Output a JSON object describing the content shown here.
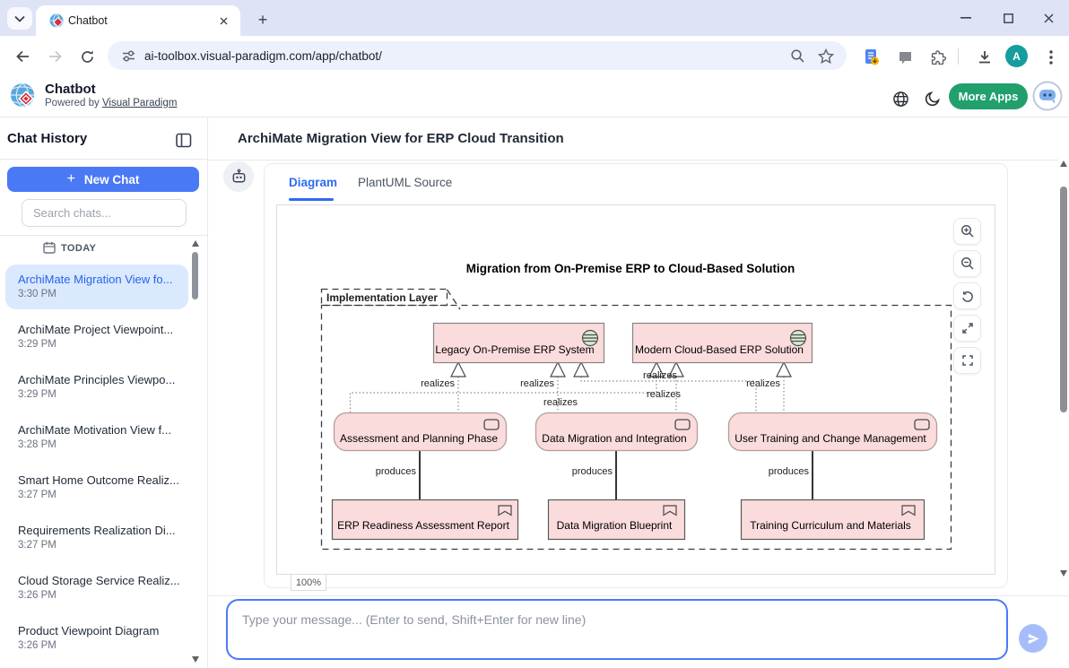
{
  "browser": {
    "tab_title": "Chatbot",
    "url": "ai-toolbox.visual-paradigm.com/app/chatbot/",
    "profile_initial": "A"
  },
  "header": {
    "app_title": "Chatbot",
    "powered_prefix": "Powered by ",
    "powered_link": "Visual Paradigm",
    "more_apps": "More Apps"
  },
  "sidebar": {
    "title": "Chat History",
    "new_chat_plus": "+",
    "new_chat": "New Chat",
    "search_placeholder": "Search chats...",
    "section": "TODAY",
    "items": [
      {
        "title": "ArchiMate Migration View fo...",
        "time": "3:30 PM",
        "selected": true
      },
      {
        "title": "ArchiMate Project Viewpoint...",
        "time": "3:29 PM",
        "selected": false
      },
      {
        "title": "ArchiMate Principles Viewpo...",
        "time": "3:29 PM",
        "selected": false
      },
      {
        "title": "ArchiMate Motivation View f...",
        "time": "3:28 PM",
        "selected": false
      },
      {
        "title": "Smart Home Outcome Realiz...",
        "time": "3:27 PM",
        "selected": false
      },
      {
        "title": "Requirements Realization Di...",
        "time": "3:27 PM",
        "selected": false
      },
      {
        "title": "Cloud Storage Service Realiz...",
        "time": "3:26 PM",
        "selected": false
      },
      {
        "title": "Product Viewpoint Diagram",
        "time": "3:26 PM",
        "selected": false
      }
    ]
  },
  "main": {
    "page_title": "ArchiMate Migration View for ERP Cloud Transition",
    "tab_diagram": "Diagram",
    "tab_source": "PlantUML Source",
    "zoom_badge": "100%"
  },
  "diagram": {
    "title": "Migration from On-Premise ERP to Cloud-Based Solution",
    "group_label": "Implementation Layer",
    "realizes": "realizes",
    "produces": "produces",
    "nodes": {
      "legacy": {
        "label": "Legacy On-Premise ERP System",
        "type": "plateau"
      },
      "modern": {
        "label": "Modern Cloud-Based ERP Solution",
        "type": "plateau"
      },
      "assessment": {
        "label": "Assessment and Planning Phase",
        "type": "work-package"
      },
      "data_migration": {
        "label": "Data Migration and Integration",
        "type": "work-package"
      },
      "user_training": {
        "label": "User Training and Change Management",
        "type": "work-package"
      },
      "report": {
        "label": "ERP Readiness Assessment Report",
        "type": "deliverable"
      },
      "blueprint": {
        "label": "Data Migration Blueprint",
        "type": "deliverable"
      },
      "materials": {
        "label": "Training Curriculum and Materials",
        "type": "deliverable"
      }
    }
  },
  "composer": {
    "placeholder": "Type your message... (Enter to send, Shift+Enter for new line)"
  },
  "colors": {
    "accent_blue": "#4a7bf7",
    "more_apps_green": "#21a06e",
    "node_fill_pink": "#fbdcdc",
    "plateau_icon_green": "#d6e9cf",
    "selected_chat_bg": "#dbe9fe",
    "send_button": "#a7bdfb"
  }
}
